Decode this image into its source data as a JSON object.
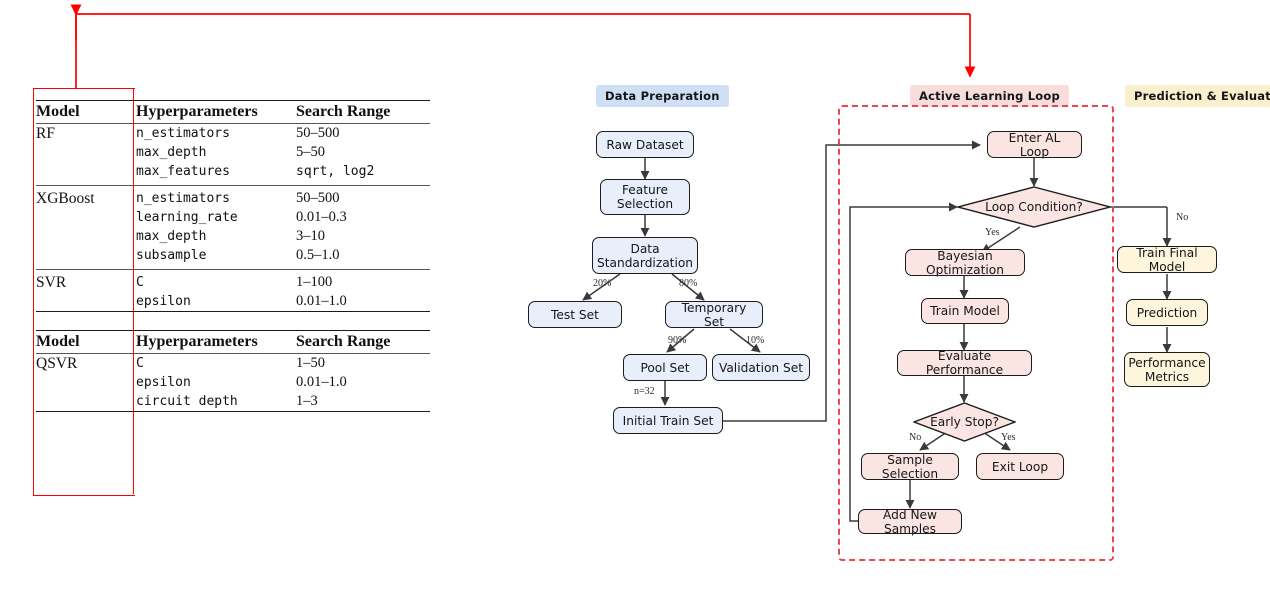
{
  "table": {
    "headers": [
      "Model",
      "Hyperparameters",
      "Search Range"
    ],
    "block1": [
      {
        "model": "RF",
        "rows": [
          {
            "param": "n_estimators",
            "range": "50–500",
            "mono": false
          },
          {
            "param": "max_depth",
            "range": "5–50",
            "mono": false
          },
          {
            "param": "max_features",
            "range": "sqrt, log2",
            "mono": true
          }
        ]
      },
      {
        "model": "XGBoost",
        "rows": [
          {
            "param": "n_estimators",
            "range": "50–500",
            "mono": false
          },
          {
            "param": "learning_rate",
            "range": "0.01–0.3",
            "mono": false
          },
          {
            "param": "max_depth",
            "range": "3–10",
            "mono": false
          },
          {
            "param": "subsample",
            "range": "0.5–1.0",
            "mono": false
          }
        ]
      },
      {
        "model": "SVR",
        "rows": [
          {
            "param": "C",
            "range": "1–100",
            "mono": false
          },
          {
            "param": "epsilon",
            "range": "0.01–1.0",
            "mono": false
          }
        ]
      }
    ],
    "block2": [
      {
        "model": "QSVR",
        "rows": [
          {
            "param": "C",
            "range": "1–50",
            "mono": false
          },
          {
            "param": "epsilon",
            "range": "0.01–1.0",
            "mono": false
          },
          {
            "param": "circuit depth",
            "range": "1–3",
            "mono": false
          }
        ]
      }
    ]
  },
  "stages": [
    {
      "id": "data-preparation",
      "label": "Data Preparation",
      "bg": "#cfe0f5"
    },
    {
      "id": "active-learning",
      "label": "Active Learning Loop",
      "bg": "#f9dcdc"
    },
    {
      "id": "prediction-eval",
      "label": "Prediction & Evaluation",
      "bg": "#fbf0cd"
    }
  ],
  "colors": {
    "blue_fill": "#e8eefa",
    "pink_fill": "#fae5e3",
    "cream_fill": "#fdf6dd",
    "node_stroke": "#1c1c1c",
    "arrow": "#3a3a3a",
    "red_annotation": "#ff0000",
    "dashed_border": "#e8494f"
  },
  "nodes": {
    "raw_dataset": "Raw Dataset",
    "feature_selection": "Feature\nSelection",
    "data_standardization": "Data\nStandardization",
    "test_set": "Test Set",
    "temporary_set": "Temporary Set",
    "pool_set": "Pool Set",
    "validation_set": "Validation Set",
    "initial_train_set": "Initial Train Set",
    "enter_al_loop": "Enter AL Loop",
    "loop_condition": "Loop Condition?",
    "bayesian_optimization": "Bayesian Optimization",
    "train_model": "Train Model",
    "evaluate_performance": "Evaluate Performance",
    "early_stop": "Early Stop?",
    "sample_selection": "Sample Selection",
    "exit_loop": "Exit Loop",
    "add_new_samples": "Add New Samples",
    "train_final_model": "Train Final Model",
    "prediction": "Prediction",
    "performance_metrics": "Performance\nMetrics"
  },
  "edge_labels": {
    "test_split": "20%",
    "temp_split": "80%",
    "pool_split": "90%",
    "val_split": "10%",
    "initial_n": "n=32",
    "loop_yes": "Yes",
    "loop_no": "No",
    "early_no": "No",
    "early_yes": "Yes"
  }
}
